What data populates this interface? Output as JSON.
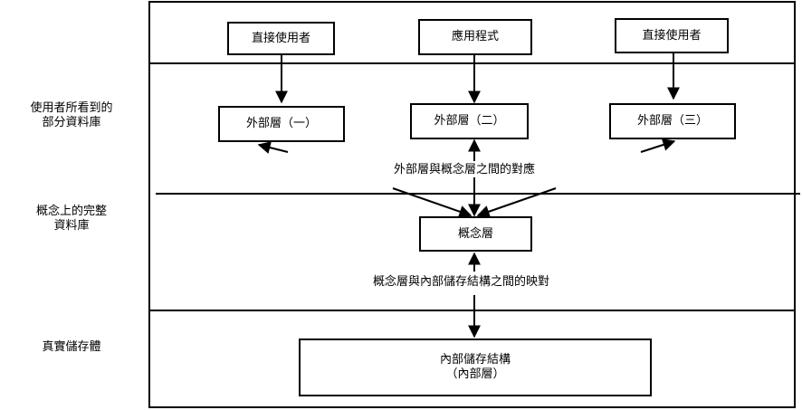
{
  "side_labels": {
    "external_view": "使用者所看到的\n部分資料庫",
    "conceptual_view": "概念上的完整\n資料庫",
    "physical_storage": "真實儲存體"
  },
  "top": {
    "user_left": "直接使用者",
    "application": "應用程式",
    "user_right": "直接使用者"
  },
  "external": {
    "level1": "外部層（一）",
    "level2": "外部層（二）",
    "level3": "外部層（三）"
  },
  "mapping_external": "外部層與概念層之間的對應",
  "conceptual": "概念層",
  "mapping_internal": "概念層與內部儲存結構之間的映對",
  "internal": {
    "line1": "內部儲存結構",
    "line2": "（內部層）"
  }
}
